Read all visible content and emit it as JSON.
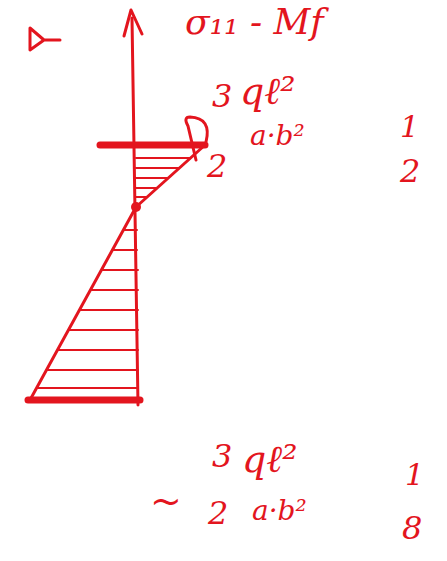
{
  "diagram": {
    "labels": [
      "σ₁₁ - Mf",
      "3",
      "2",
      "qℓ²",
      "a·b²",
      "1",
      "2",
      "~",
      "3",
      "2",
      "qℓ²",
      "a·b²",
      "1",
      "8"
    ]
  }
}
